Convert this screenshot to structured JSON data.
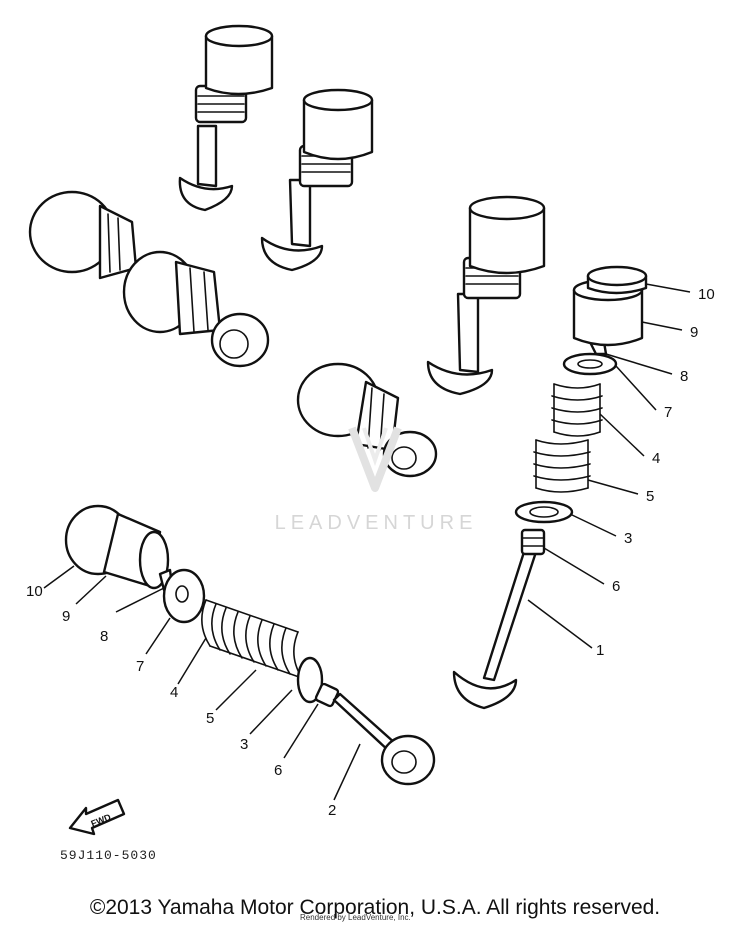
{
  "watermark": {
    "text": "LEADVENTURE"
  },
  "callouts": {
    "right_10": "10",
    "right_9": "9",
    "right_8": "8",
    "right_7": "7",
    "right_4": "4",
    "right_5": "5",
    "right_3": "3",
    "right_6": "6",
    "right_1": "1",
    "left_10": "10",
    "left_9": "9",
    "left_8": "8",
    "left_7": "7",
    "left_4": "4",
    "left_5": "5",
    "left_3": "3",
    "left_6": "6",
    "left_2": "2"
  },
  "fwd_label": "FWD",
  "diagram_code": "59J110-5030",
  "footer": {
    "copyright": "©2013 Yamaha Motor Corporation, U.S.A. All rights reserved.",
    "rendered_by": "Rendered by LeadVenture, Inc."
  },
  "colors": {
    "ink": "#111111",
    "watermark": "#d6d6d6",
    "background": "#ffffff"
  }
}
